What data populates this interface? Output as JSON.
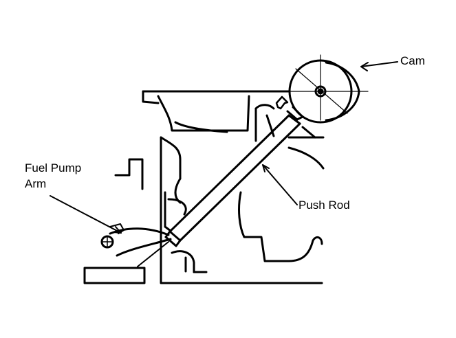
{
  "labels": {
    "cam": "Cam",
    "fuel_pump_line1": "Fuel Pump",
    "fuel_pump_line2": "Arm",
    "push_rod": "Push Rod"
  },
  "colors": {
    "ink": "#000000",
    "paper": "#ffffff"
  }
}
